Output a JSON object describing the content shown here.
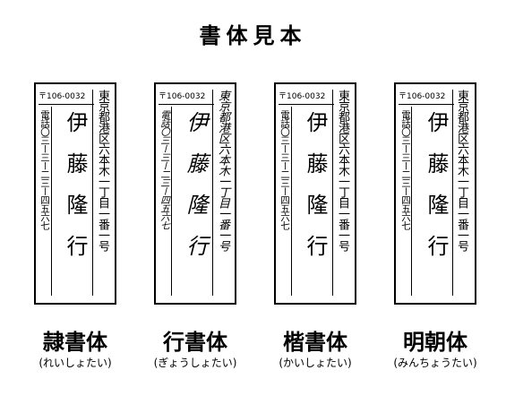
{
  "title": "書体見本",
  "samples": [
    {
      "postal": "〒106-0032",
      "address": "東京都港区六本木一丁目一番一号",
      "phone": "電話〇三ー三ー二三ー四五六七",
      "name": "伊藤隆行",
      "style_name": "隷書体",
      "reading": "(れいしょたい)"
    },
    {
      "postal": "〒106-0032",
      "address": "東京都港区六本木一丁目一番一号",
      "phone": "電話〇三ー三ー二三ー四五六七",
      "name": "伊藤隆行",
      "style_name": "行書体",
      "reading": "(ぎょうしょたい)"
    },
    {
      "postal": "〒106-0032",
      "address": "東京都港区六本木一丁目一番一号",
      "phone": "電話〇三ー三ー二三ー四五六七",
      "name": "伊藤隆行",
      "style_name": "楷書体",
      "reading": "(かいしょたい)"
    },
    {
      "postal": "〒106-0032",
      "address": "東京都港区六本木一丁目一番一号",
      "phone": "電話〇三ー三ー二三ー四五六七",
      "name": "伊藤隆行",
      "style_name": "明朝体",
      "reading": "(みんちょうたい)"
    }
  ]
}
